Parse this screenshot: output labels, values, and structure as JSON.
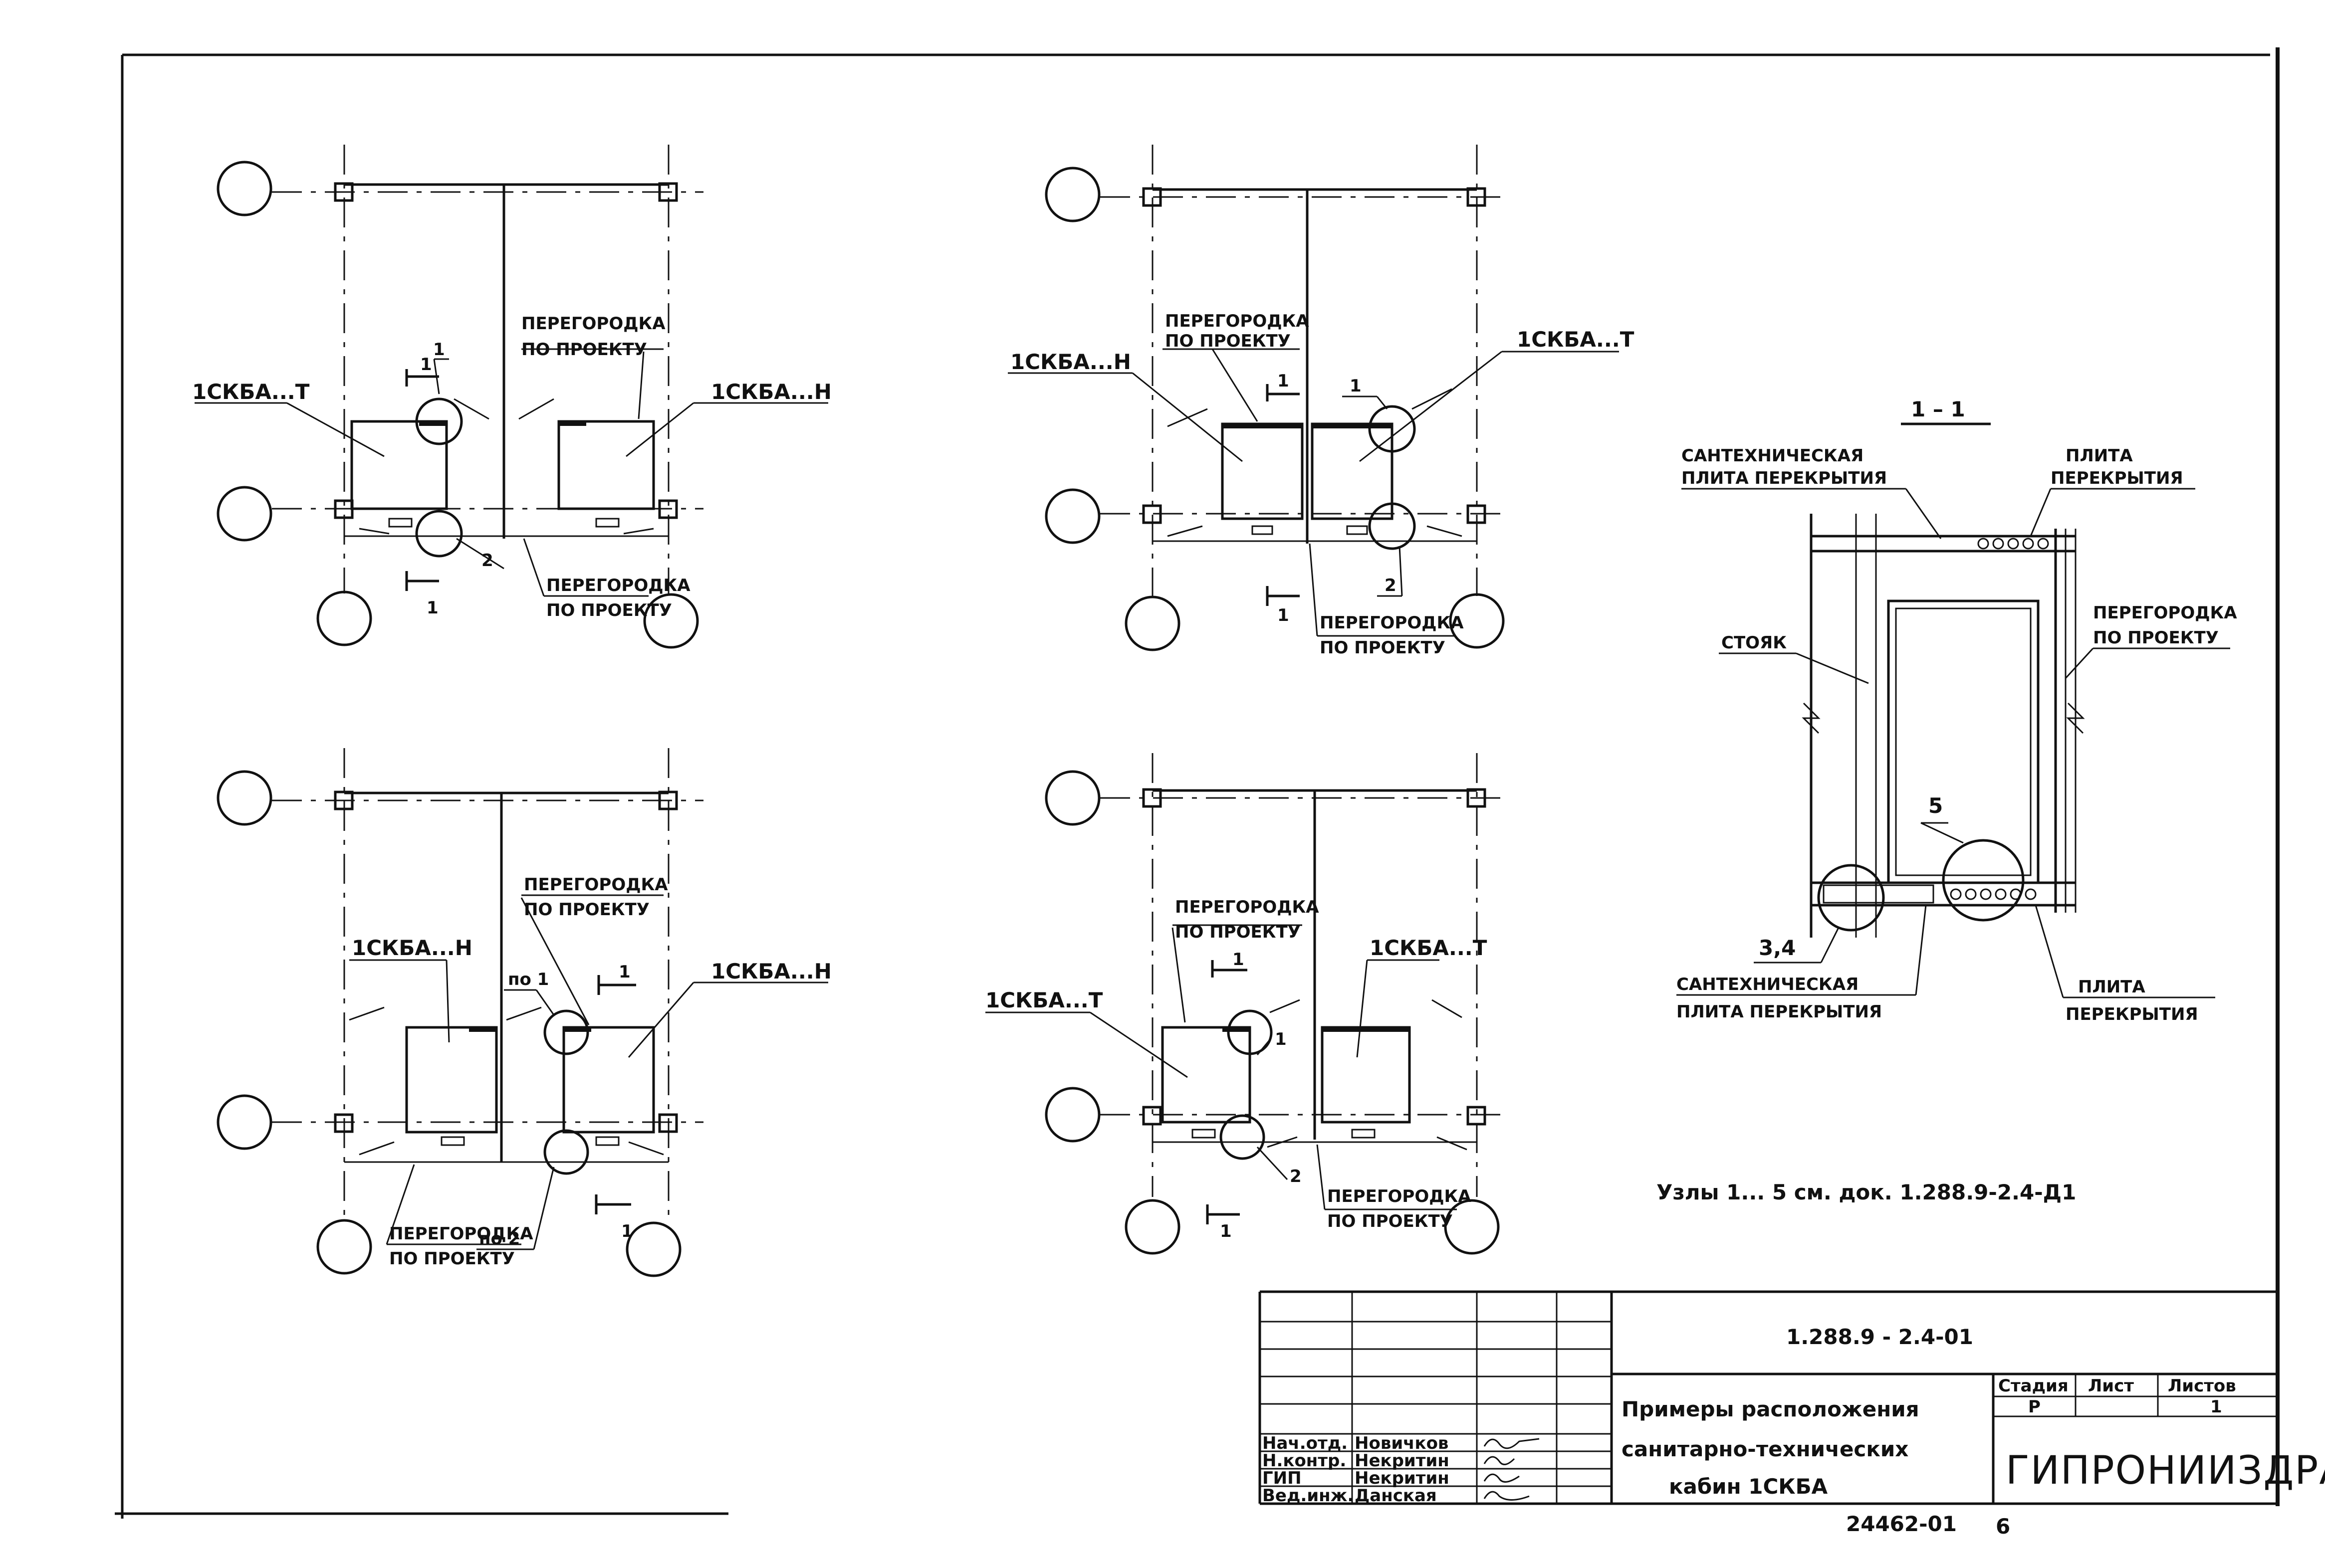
{
  "plans": {
    "p1": {
      "label_left": "1СКБА...Т",
      "label_right": "1СКБА...Н",
      "partition_top": [
        "ПЕРЕГОРОДКА",
        "ПО ПРОЕКТУ"
      ],
      "partition_bottom": [
        "ПЕРЕГОРОДКА",
        "ПО ПРОЕКТУ"
      ],
      "node_1": "1",
      "node_2": "2",
      "section_mark": "1"
    },
    "p2": {
      "label_left": "1СКБА...Н",
      "label_right": "1СКБА...Т",
      "partition_top": [
        "ПЕРЕГОРОДКА",
        "ПО ПРОЕКТУ"
      ],
      "partition_bottom": [
        "ПЕРЕГОРОДКА",
        "ПО ПРОЕКТУ"
      ],
      "node_1": "1",
      "node_2": "2",
      "section_mark": "1"
    },
    "p3": {
      "label_left": "1СКБА...Н",
      "label_right": "1СКБА...Н",
      "partition_top": [
        "ПЕРЕГОРОДКА",
        "ПО ПРОЕКТУ"
      ],
      "partition_bottom": [
        "ПЕРЕГОРОДКА",
        "ПО ПРОЕКТУ"
      ],
      "node_1": "по 1",
      "node_2": "по 2",
      "section_mark": "1"
    },
    "p4": {
      "label_left": "1СКБА...Т",
      "label_right": "1СКБА...Т",
      "partition_top": [
        "ПЕРЕГОРОДКА",
        "ПО ПРОЕКТУ"
      ],
      "partition_bottom": [
        "ПЕРЕГОРОДКА",
        "ПО ПРОЕКТУ"
      ],
      "node_1": "1",
      "node_2": "2",
      "section_mark": "1"
    }
  },
  "section": {
    "title": "1 – 1",
    "san_plate_top": [
      "САНТЕХНИЧЕСКАЯ",
      "ПЛИТА ПЕРЕКРЫТИЯ"
    ],
    "slab_top": [
      "ПЛИТА",
      "ПЕРЕКРЫТИЯ"
    ],
    "riser": "СТОЯК",
    "partition": [
      "ПЕРЕГОРОДКА",
      "ПО ПРОЕКТУ"
    ],
    "node_5": "5",
    "node_34": "3,4",
    "san_plate_bottom": [
      "САНТЕХНИЧЕСКАЯ",
      "ПЛИТА ПЕРЕКРЫТИЯ"
    ],
    "slab_bottom": [
      "ПЛИТА",
      "ПЕРЕКРЫТИЯ"
    ]
  },
  "note": "Узлы 1... 5 см. док. 1.288.9-2.4-Д1",
  "title_block": {
    "doc_code": "1.288.9 - 2.4-01",
    "title_lines": [
      "Примеры расположения",
      "санитарно-технических",
      "кабин 1СКБА"
    ],
    "headers": {
      "stage": "Стадия",
      "sheet": "Лист",
      "sheets": "Листов"
    },
    "stage": "Р",
    "sheets_total": "1",
    "org": "ГИПРОНИИЗДРАВ",
    "staff": [
      {
        "role": "Нач.отд.",
        "name": "Новичков"
      },
      {
        "role": "Н.контр.",
        "name": "Некритин"
      },
      {
        "role": "ГИП",
        "name": "Некритин"
      },
      {
        "role": "Вед.инж.",
        "name": "Данская"
      }
    ]
  },
  "archive_no": "24462-01",
  "page_no": "6"
}
